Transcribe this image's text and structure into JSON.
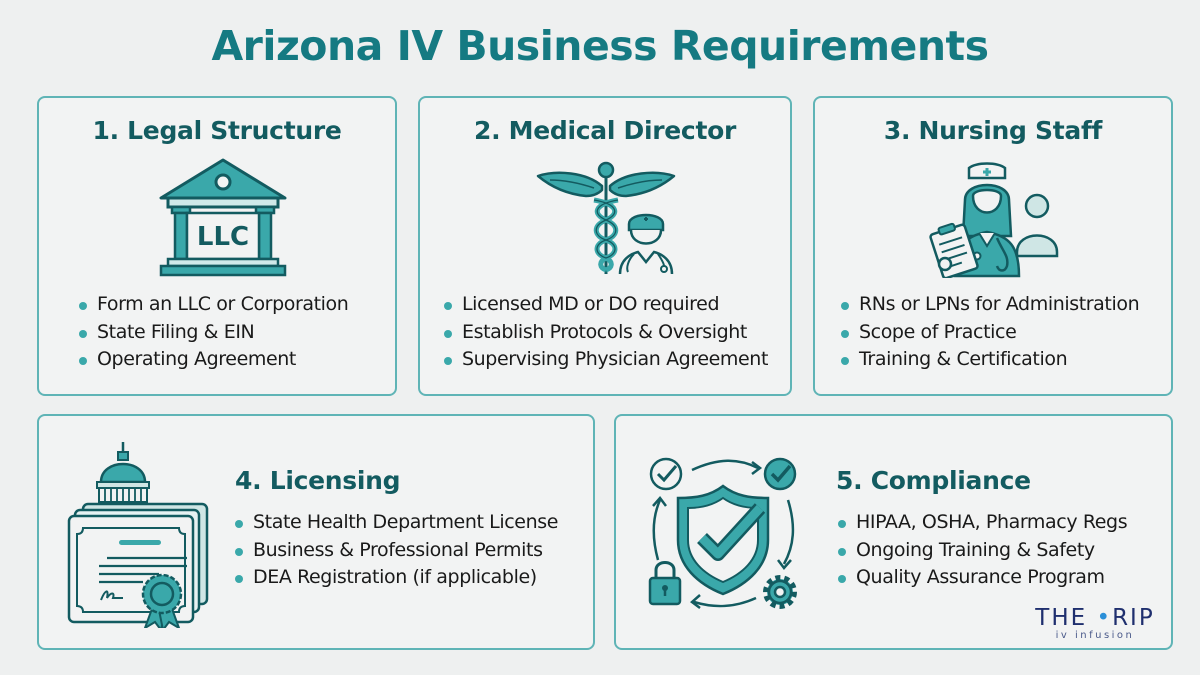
{
  "title": "Arizona IV Business Requirements",
  "colors": {
    "accent": "#157a82",
    "panel_border": "#5fb4b6",
    "icon_fill": "#3aa8aa",
    "icon_stroke": "#135b60",
    "background": "#eef0f0",
    "logo": "#1f2f6e"
  },
  "panels": [
    {
      "title": "1. Legal Structure",
      "icon": "courthouse-llc-icon",
      "icon_text": "LLC",
      "bullets": [
        "Form an LLC or Corporation",
        "State Filing & EIN",
        "Operating Agreement"
      ]
    },
    {
      "title": "2. Medical Director",
      "icon": "caduceus-doctor-icon",
      "bullets": [
        "Licensed MD or DO required",
        "Establish Protocols & Oversight",
        "Supervising Physician Agreement"
      ]
    },
    {
      "title": "3. Nursing Staff",
      "icon": "nurse-clipboard-icon",
      "bullets": [
        "RNs or LPNs for Administration",
        "Scope of Practice",
        "Training & Certification"
      ]
    },
    {
      "title": "4. Licensing",
      "icon": "capitol-certificate-icon",
      "bullets": [
        "State Health Department License",
        "Business & Professional Permits",
        "DEA Registration (if applicable)"
      ]
    },
    {
      "title": "5. Compliance",
      "icon": "shield-check-cycle-icon",
      "bullets": [
        "HIPAA, OSHA, Pharmacy Regs",
        "Ongoing Training & Safety",
        "Quality Assurance Program"
      ]
    }
  ],
  "logo": {
    "main_left": "THE ",
    "main_dot": "•",
    "main_right": "RIP",
    "sub": "iv infusion"
  }
}
